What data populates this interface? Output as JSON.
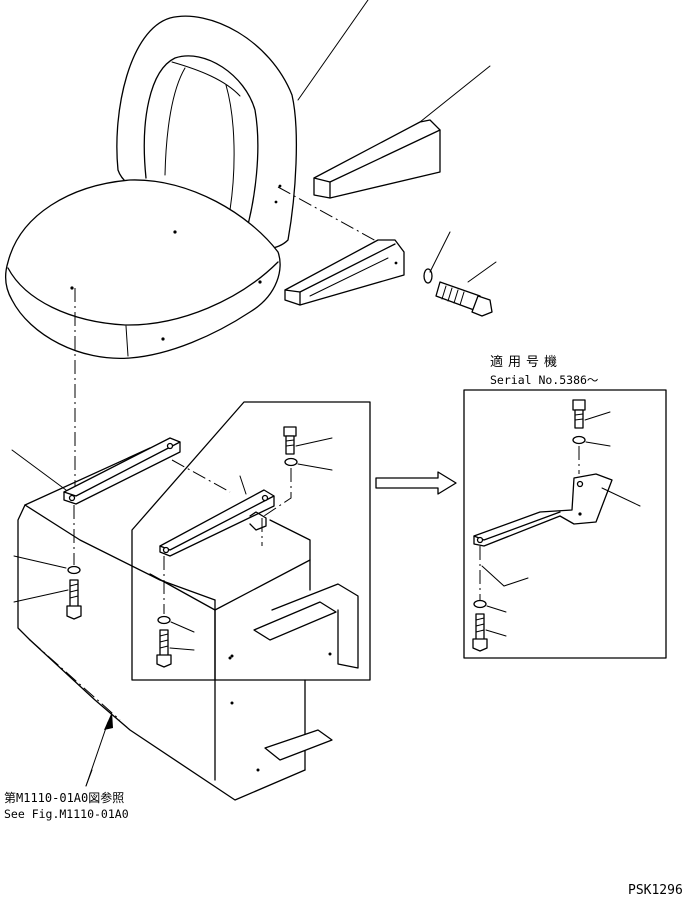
{
  "serial_note": {
    "jp_label": "適用号機",
    "serial_label": "Serial No.5386～"
  },
  "reference_note": {
    "jp_label": "第M1110-01A0図参照",
    "en_label": "See Fig.M1110-01A0"
  },
  "drawing_code": "PSK1296"
}
